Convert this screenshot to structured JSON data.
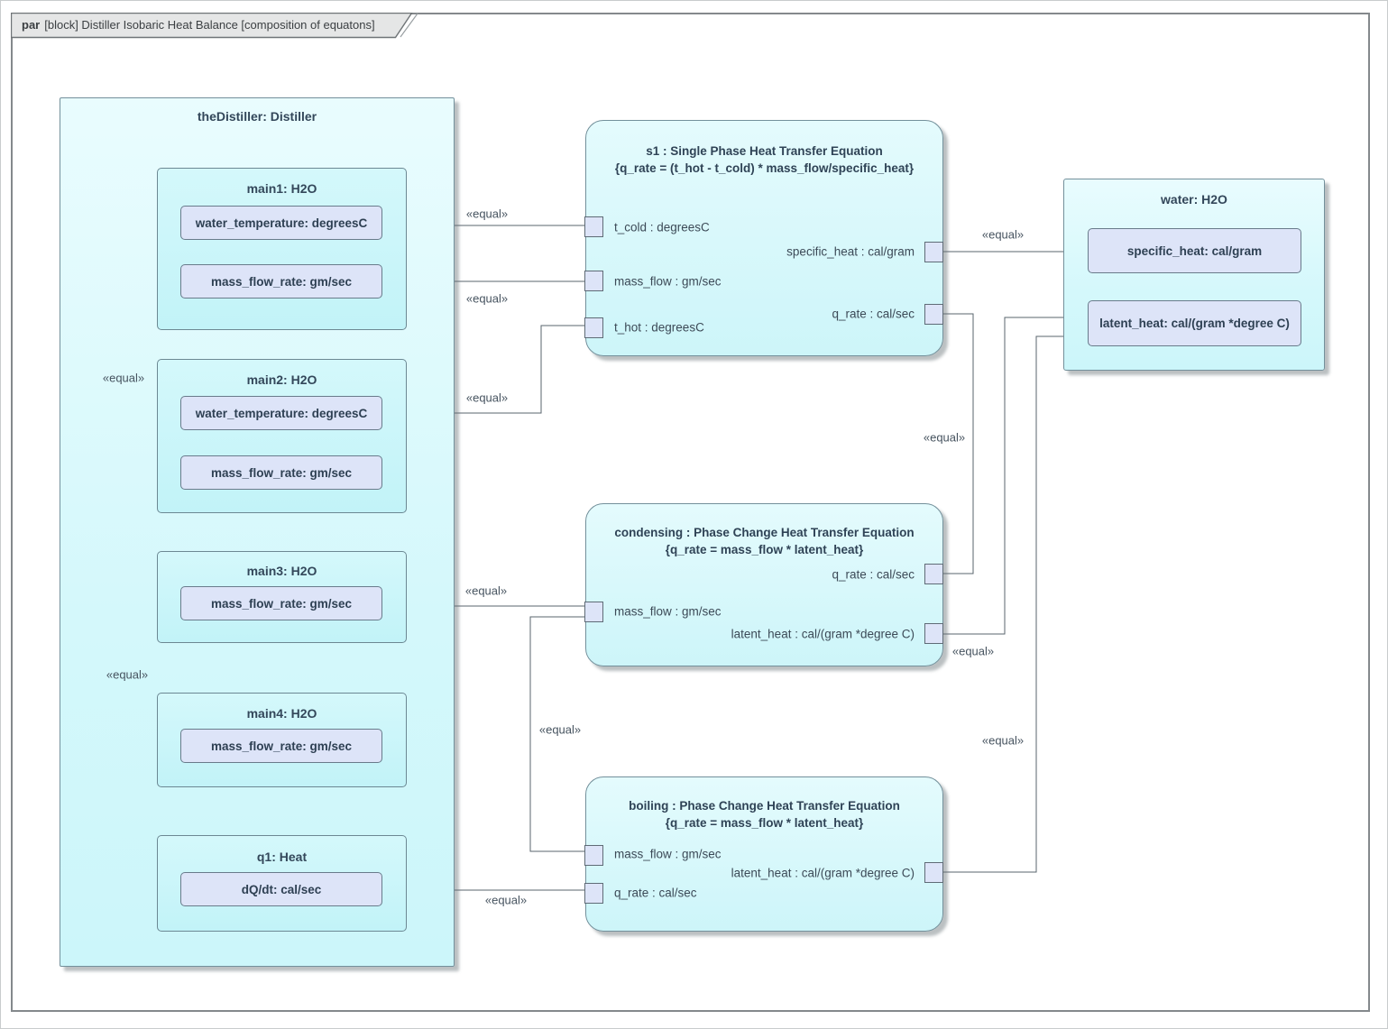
{
  "frame": {
    "keyword": "par",
    "title": "[block] Distiller Isobaric Heat Balance [composition of equatons]"
  },
  "colors": {
    "block_fill": "#cdf5f9",
    "subblock_fill": "#c2f3f8",
    "property_fill": "#dde4f8",
    "block_border": "#73909b",
    "connector": "#5a646e",
    "text": "#2e4053"
  },
  "distiller": {
    "title": "theDistiller: Distiller",
    "main1": {
      "title": "main1: H2O",
      "prop1": "water_temperature: degreesC",
      "prop2": "mass_flow_rate: gm/sec"
    },
    "main2": {
      "title": "main2: H2O",
      "prop1": "water_temperature: degreesC",
      "prop2": "mass_flow_rate: gm/sec"
    },
    "main3": {
      "title": "main3: H2O",
      "prop1": "mass_flow_rate: gm/sec"
    },
    "main4": {
      "title": "main4: H2O",
      "prop1": "mass_flow_rate: gm/sec"
    },
    "q1": {
      "title": "q1: Heat",
      "prop1": "dQ/dt: cal/sec"
    }
  },
  "s1": {
    "title": "s1 : Single Phase Heat Transfer Equation",
    "equation": "{q_rate = (t_hot - t_cold) * mass_flow/specific_heat}",
    "ports": {
      "t_cold": "t_cold : degreesC",
      "mass_flow": "mass_flow : gm/sec",
      "t_hot": "t_hot : degreesC",
      "specific_heat": "specific_heat : cal/gram",
      "q_rate": "q_rate : cal/sec"
    }
  },
  "condensing": {
    "title": "condensing : Phase Change Heat Transfer Equation",
    "equation": "{q_rate = mass_flow * latent_heat}",
    "ports": {
      "q_rate": "q_rate : cal/sec",
      "mass_flow": "mass_flow : gm/sec",
      "latent_heat": "latent_heat : cal/(gram *degree C)"
    }
  },
  "boiling": {
    "title": "boiling : Phase Change Heat Transfer Equation",
    "equation": "{q_rate = mass_flow * latent_heat}",
    "ports": {
      "mass_flow": "mass_flow : gm/sec",
      "q_rate": "q_rate : cal/sec",
      "latent_heat": "latent_heat : cal/(gram *degree C)"
    }
  },
  "water": {
    "title": "water: H2O",
    "prop1": "specific_heat: cal/gram",
    "prop2": "latent_heat: cal/(gram *degree C)"
  },
  "equal_labels": [
    {
      "text": "«equal»"
    },
    {
      "text": "«equal»"
    },
    {
      "text": "«equal»"
    },
    {
      "text": "«equal»"
    },
    {
      "text": "«equal»"
    },
    {
      "text": "«equal»"
    },
    {
      "text": "«equal»"
    },
    {
      "text": "«equal»"
    },
    {
      "text": "«equal»"
    },
    {
      "text": "«equal»"
    },
    {
      "text": "«equal»"
    },
    {
      "text": "«equal»"
    }
  ]
}
